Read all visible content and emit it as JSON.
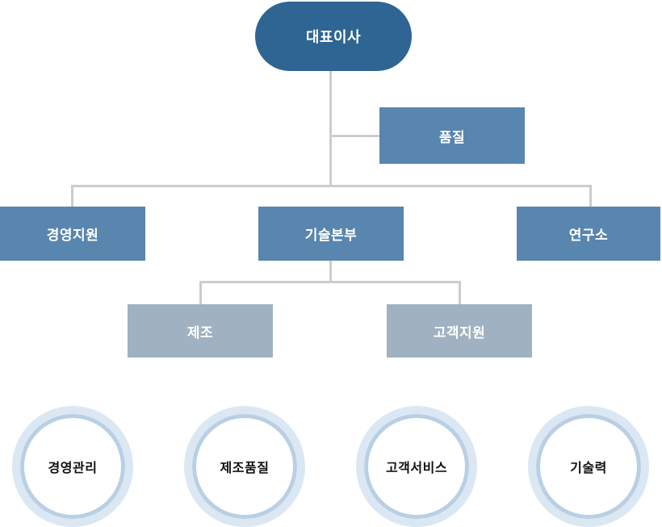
{
  "org_chart": {
    "root": {
      "label": "대표이사"
    },
    "staff": {
      "label": "품질"
    },
    "departments": [
      {
        "label": "경영지원"
      },
      {
        "label": "기술본부"
      },
      {
        "label": "연구소"
      }
    ],
    "sub_departments": [
      {
        "label": "제조"
      },
      {
        "label": "고객지원"
      }
    ],
    "value_circles": [
      {
        "label": "경영관리"
      },
      {
        "label": "제조품질"
      },
      {
        "label": "고객서비스"
      },
      {
        "label": "기술력"
      }
    ]
  },
  "colors": {
    "root_node": "#2e6593",
    "department_node": "#5886ae",
    "sub_department_node": "#a0b1c1",
    "connector_line": "#cccccc",
    "circle_ring_outer": "#dbe8f4",
    "circle_ring_inner": "#b9cfe4",
    "node_text": "#ffffff",
    "circle_text": "#111111"
  }
}
